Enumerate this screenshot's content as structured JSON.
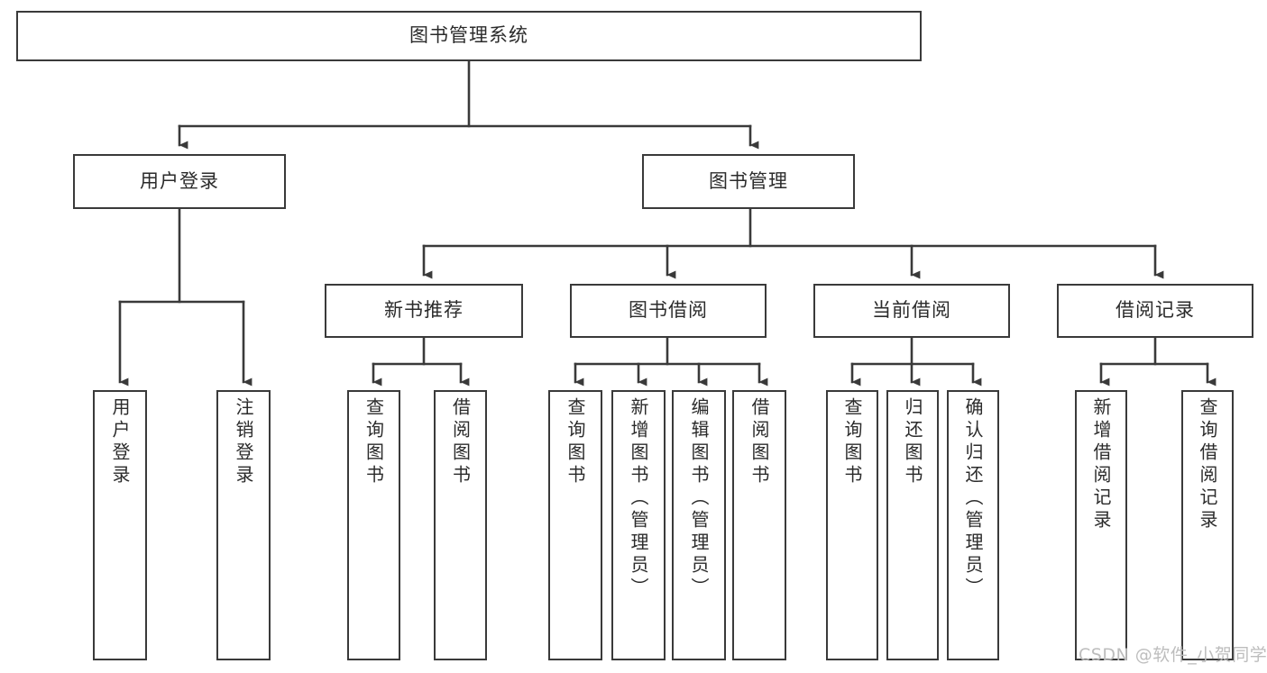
{
  "diagram": {
    "title": "图书管理系统",
    "type": "tree-hierarchy",
    "watermark": "CSDN @软件_小贺同学",
    "colors": {
      "stroke": "#3a3a3a",
      "fill": "#ffffff",
      "text": "#2b2b2b",
      "watermark": "#bdbdbd"
    },
    "nodes": {
      "root": {
        "label": "图书管理系统"
      },
      "level2": [
        {
          "id": "user-login",
          "label": "用户登录"
        },
        {
          "id": "book-manage",
          "label": "图书管理"
        }
      ],
      "level3": [
        {
          "id": "new-book-rec",
          "label": "新书推荐"
        },
        {
          "id": "book-borrow",
          "label": "图书借阅"
        },
        {
          "id": "current-borrow",
          "label": "当前借阅"
        },
        {
          "id": "borrow-record",
          "label": "借阅记录"
        }
      ],
      "leaves": {
        "user-login": [
          {
            "id": "leaf-user-login",
            "label": "用户登录"
          },
          {
            "id": "leaf-logout",
            "label": "注销登录"
          }
        ],
        "new-book-rec": [
          {
            "id": "leaf-query-book-1",
            "label": "查询图书"
          },
          {
            "id": "leaf-borrow-book-1",
            "label": "借阅图书"
          }
        ],
        "book-borrow": [
          {
            "id": "leaf-query-book-2",
            "label": "查询图书"
          },
          {
            "id": "leaf-add-book",
            "label": "新增图书（管理员）"
          },
          {
            "id": "leaf-edit-book",
            "label": "编辑图书（管理员）"
          },
          {
            "id": "leaf-borrow-book-2",
            "label": "借阅图书"
          }
        ],
        "current-borrow": [
          {
            "id": "leaf-query-book-3",
            "label": "查询图书"
          },
          {
            "id": "leaf-return-book",
            "label": "归还图书"
          },
          {
            "id": "leaf-confirm-return",
            "label": "确认归还（管理员）"
          }
        ],
        "borrow-record": [
          {
            "id": "leaf-add-record",
            "label": "新增借阅记录"
          },
          {
            "id": "leaf-query-record",
            "label": "查询借阅记录"
          }
        ]
      }
    }
  }
}
